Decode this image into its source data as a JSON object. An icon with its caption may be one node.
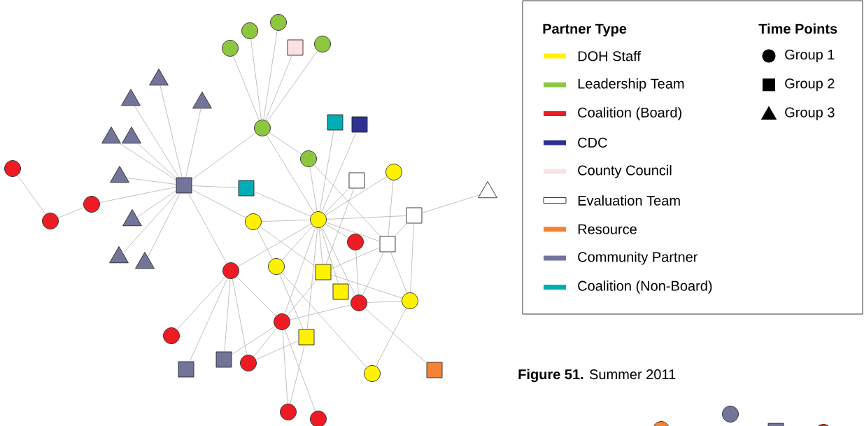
{
  "diagram": {
    "caption": "**Figure 51.** Summer 2011",
    "nodes": [
      {
        "text": [],
        "shape": "circle"
      },
      {
        "text": [],
        "shape": "circle"
      },
      {
        "text": [],
        "shape": "circle"
      },
      {
        "text": [],
        "shape": "box"
      },
      {
        "text": [],
        "shape": "circle"
      },
      {
        "text": [],
        "shape": "triangle"
      },
      {
        "text": [],
        "shape": "triangle"
      },
      {
        "text": [],
        "shape": "triangle"
      },
      {
        "text": [],
        "shape": "triangle"
      },
      {
        "text": [],
        "shape": "triangle"
      },
      {
        "text": [],
        "shape": "triangle"
      },
      {
        "text": [],
        "shape": "triangle"
      },
      {
        "text": [],
        "shape": "triangle"
      },
      {
        "text": [],
        "shape": "triangle"
      },
      {
        "text": [],
        "shape": "circle"
      },
      {
        "text": [],
        "shape": "circle"
      },
      {
        "text": [],
        "shape": "circle"
      },
      {
        "text": [],
        "shape": "box"
      },
      {
        "text": [],
        "shape": "circle"
      },
      {
        "text": [],
        "shape": "box"
      },
      {
        "text": [],
        "shape": "box"
      },
      {
        "text": [],
        "shape": "circle"
      },
      {
        "text": [],
        "shape": "box"
      },
      {
        "text": [],
        "shape": "box"
      },
      {
        "text": [],
        "shape": "circle"
      },
      {
        "text": [],
        "shape": "triangle"
      },
      {
        "text": [],
        "shape": "circle"
      },
      {
        "text": [],
        "shape": "circle"
      },
      {
        "text": [],
        "shape": "box"
      },
      {
        "text": [],
        "shape": "circle"
      },
      {
        "text": [],
        "shape": "box"
      },
      {
        "text": [],
        "shape": "circle"
      },
      {
        "text": [],
        "shape": "circle"
      },
      {
        "text": [],
        "shape": "box"
      },
      {
        "text": [],
        "shape": "box"
      },
      {
        "text": [],
        "shape": "circle"
      },
      {
        "text": [],
        "shape": "circle"
      },
      {
        "text": [],
        "shape": "circle"
      },
      {
        "text": [],
        "shape": "box"
      },
      {
        "text": [],
        "shape": "circle"
      },
      {
        "text": [],
        "shape": "box"
      },
      {
        "text": [],
        "shape": "box"
      },
      {
        "text": [],
        "shape": "circle"
      },
      {
        "text": [],
        "shape": "circle"
      },
      {
        "text": [],
        "shape": "box"
      },
      {
        "text": [],
        "shape": "circle"
      },
      {
        "text": [],
        "shape": "circle"
      },
      {
        "text": [],
        "shape": "circle"
      },
      {
        "text": [],
        "shape": "circle"
      },
      {
        "text": [],
        "shape": "box"
      },
      {
        "text": [],
        "shape": "circle"
      }
    ],
    "edges": [
      {
        "from": 14,
        "to": 15,
        "arrow": "none"
      },
      {
        "from": 15,
        "to": 16,
        "arrow": "none"
      },
      {
        "from": 16,
        "to": 17,
        "arrow": "none"
      },
      {
        "from": 17,
        "to": 5,
        "arrow": "none"
      },
      {
        "from": 17,
        "to": 6,
        "arrow": "none"
      },
      {
        "from": 17,
        "to": 7,
        "arrow": "none"
      },
      {
        "from": 17,
        "to": 8,
        "arrow": "none"
      },
      {
        "from": 17,
        "to": 9,
        "arrow": "none"
      },
      {
        "from": 17,
        "to": 10,
        "arrow": "none"
      },
      {
        "from": 17,
        "to": 11,
        "arrow": "none"
      },
      {
        "from": 17,
        "to": 12,
        "arrow": "none"
      },
      {
        "from": 17,
        "to": 13,
        "arrow": "none"
      },
      {
        "from": 17,
        "to": 18,
        "arrow": "none"
      },
      {
        "from": 17,
        "to": 22,
        "arrow": "none"
      },
      {
        "from": 17,
        "to": 26,
        "arrow": "none"
      },
      {
        "from": 17,
        "to": 31,
        "arrow": "none"
      },
      {
        "from": 18,
        "to": 0,
        "arrow": "none"
      },
      {
        "from": 18,
        "to": 1,
        "arrow": "none"
      },
      {
        "from": 18,
        "to": 2,
        "arrow": "none"
      },
      {
        "from": 18,
        "to": 3,
        "arrow": "none"
      },
      {
        "from": 18,
        "to": 4,
        "arrow": "none"
      },
      {
        "from": 18,
        "to": 21,
        "arrow": "none"
      },
      {
        "from": 18,
        "to": 27,
        "arrow": "none"
      },
      {
        "from": 22,
        "to": 27,
        "arrow": "none"
      },
      {
        "from": 21,
        "to": 27,
        "arrow": "none"
      },
      {
        "from": 21,
        "to": 30,
        "arrow": "none"
      },
      {
        "from": 19,
        "to": 27,
        "arrow": "none"
      },
      {
        "from": 20,
        "to": 27,
        "arrow": "none"
      },
      {
        "from": 23,
        "to": 27,
        "arrow": "none"
      },
      {
        "from": 23,
        "to": 33,
        "arrow": "none"
      },
      {
        "from": 24,
        "to": 27,
        "arrow": "none"
      },
      {
        "from": 24,
        "to": 30,
        "arrow": "none"
      },
      {
        "from": 27,
        "to": 28,
        "arrow": "none"
      },
      {
        "from": 28,
        "to": 25,
        "arrow": "none"
      },
      {
        "from": 28,
        "to": 30,
        "arrow": "none"
      },
      {
        "from": 28,
        "to": 36,
        "arrow": "none"
      },
      {
        "from": 27,
        "to": 30,
        "arrow": "none"
      },
      {
        "from": 27,
        "to": 29,
        "arrow": "none"
      },
      {
        "from": 26,
        "to": 27,
        "arrow": "none"
      },
      {
        "from": 26,
        "to": 33,
        "arrow": "none"
      },
      {
        "from": 26,
        "to": 32,
        "arrow": "none"
      },
      {
        "from": 31,
        "to": 27,
        "arrow": "none"
      },
      {
        "from": 32,
        "to": 27,
        "arrow": "none"
      },
      {
        "from": 27,
        "to": 33,
        "arrow": "none"
      },
      {
        "from": 27,
        "to": 34,
        "arrow": "none"
      },
      {
        "from": 27,
        "to": 35,
        "arrow": "none"
      },
      {
        "from": 27,
        "to": 37,
        "arrow": "none"
      },
      {
        "from": 27,
        "to": 38,
        "arrow": "none"
      },
      {
        "from": 33,
        "to": 30,
        "arrow": "none"
      },
      {
        "from": 33,
        "to": 36,
        "arrow": "none"
      },
      {
        "from": 33,
        "to": 37,
        "arrow": "none"
      },
      {
        "from": 29,
        "to": 35,
        "arrow": "none"
      },
      {
        "from": 30,
        "to": 35,
        "arrow": "none"
      },
      {
        "from": 35,
        "to": 36,
        "arrow": "none"
      },
      {
        "from": 35,
        "to": 37,
        "arrow": "none"
      },
      {
        "from": 35,
        "to": 44,
        "arrow": "none"
      },
      {
        "from": 36,
        "to": 43,
        "arrow": "none"
      },
      {
        "from": 32,
        "to": 43,
        "arrow": "none"
      },
      {
        "from": 30,
        "to": 36,
        "arrow": "none"
      },
      {
        "from": 32,
        "to": 38,
        "arrow": "none"
      },
      {
        "from": 38,
        "to": 42,
        "arrow": "none"
      },
      {
        "from": 38,
        "to": 45,
        "arrow": "none"
      },
      {
        "from": 37,
        "to": 45,
        "arrow": "none"
      },
      {
        "from": 37,
        "to": 46,
        "arrow": "none"
      },
      {
        "from": 37,
        "to": 42,
        "arrow": "none"
      },
      {
        "from": 37,
        "to": 40,
        "arrow": "none"
      },
      {
        "from": 31,
        "to": 37,
        "arrow": "none"
      },
      {
        "from": 31,
        "to": 39,
        "arrow": "none"
      },
      {
        "from": 31,
        "to": 41,
        "arrow": "none"
      },
      {
        "from": 31,
        "to": 40,
        "arrow": "none"
      },
      {
        "from": 31,
        "to": 42,
        "arrow": "none"
      }
    ],
    "labels": [
      "Partner Type",
      "Time Points"
    ],
    "legend": [
      {
        "text": "DOH Staff",
        "color": "#fff200"
      },
      {
        "text": "Leadership Team",
        "color": "#8dc63f"
      },
      {
        "text": "Coalition (Board)",
        "color": "#ed1c24"
      },
      {
        "text": "CDC",
        "color": "#2e3192"
      },
      {
        "text": "County Council",
        "color": "#fde0e4"
      },
      {
        "text": "Evaluation Team"
      },
      {
        "text": "Resource",
        "color": "#f58233"
      },
      {
        "text": "Community Partner",
        "color": "#737499"
      },
      {
        "text": "Coalition (Non-Board)",
        "color": "#00adb5"
      },
      {
        "text": "Group 1"
      },
      {
        "text": "Group 2"
      },
      {
        "text": "Group 3"
      }
    ]
  }
}
